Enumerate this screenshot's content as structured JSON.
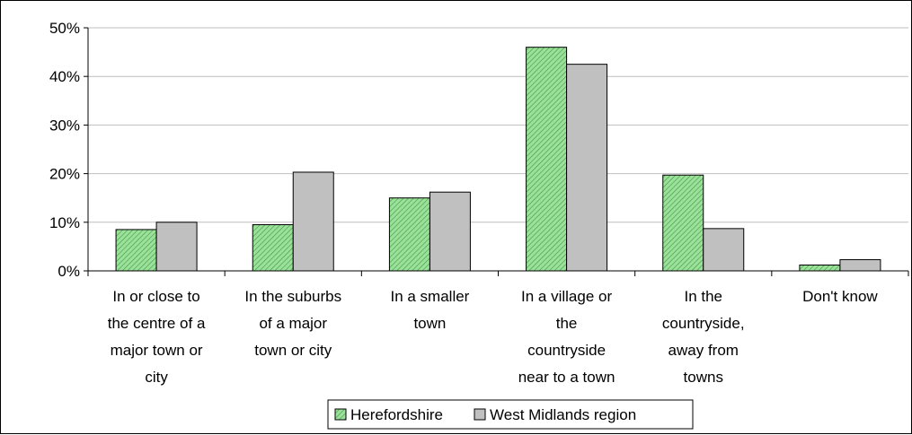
{
  "chart_data": {
    "type": "bar",
    "categories": [
      [
        "In or close to",
        "the centre of a",
        "major town or",
        "city"
      ],
      [
        "In the suburbs",
        "of a major",
        "town or city"
      ],
      [
        "In a smaller",
        "town"
      ],
      [
        "In a village or",
        "the",
        "countryside",
        "near to a town"
      ],
      [
        "In the",
        "countryside,",
        "away from",
        "towns"
      ],
      [
        "Don't know"
      ]
    ],
    "series": [
      {
        "name": "Herefordshire",
        "values": [
          8.5,
          9.5,
          15,
          46,
          19.7,
          1.2
        ],
        "color": "#7fd47f",
        "pattern": "hatched"
      },
      {
        "name": "West Midlands region",
        "values": [
          10,
          20.3,
          16.2,
          42.5,
          8.7,
          2.3
        ],
        "color": "#c0c0c0",
        "pattern": "solid"
      }
    ],
    "ylim": [
      0,
      50
    ],
    "yticks": [
      "0%",
      "10%",
      "20%",
      "30%",
      "40%",
      "50%"
    ],
    "ytick_values": [
      0,
      10,
      20,
      30,
      40,
      50
    ],
    "grid": true,
    "legend": "bottom-center"
  }
}
